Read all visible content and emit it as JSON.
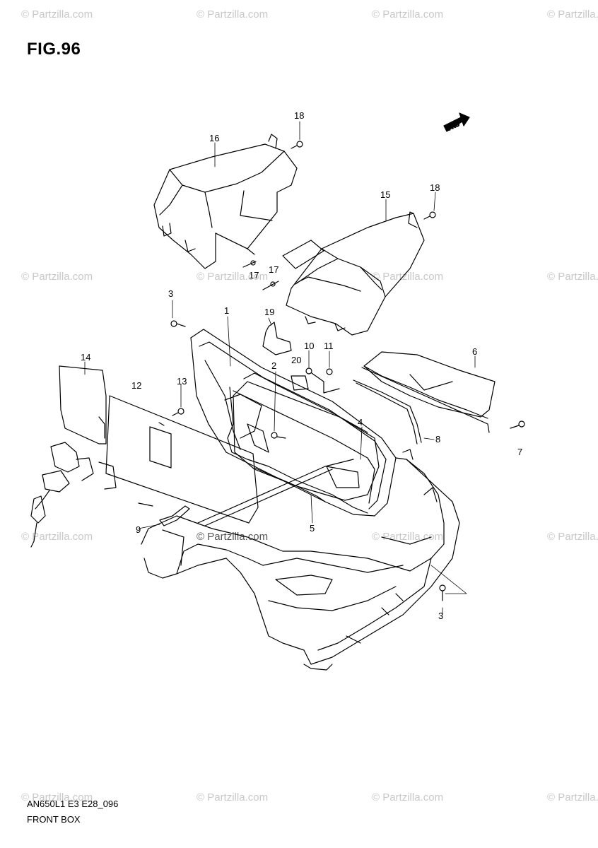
{
  "figure": {
    "title": "FIG.96"
  },
  "watermark": {
    "text": "© Partzilla.com"
  },
  "fwd_label": "FRO",
  "parts": {
    "p1": "1",
    "p2": "2",
    "p3a": "3",
    "p3b": "3",
    "p4": "4",
    "p5": "5",
    "p6": "6",
    "p7": "7",
    "p8": "8",
    "p9": "9",
    "p10": "10",
    "p11": "11",
    "p12": "12",
    "p13": "13",
    "p14": "14",
    "p15": "15",
    "p16": "16",
    "p17a": "17",
    "p17b": "17",
    "p18a": "18",
    "p18b": "18",
    "p19": "19",
    "p20": "20"
  },
  "footer": {
    "code": "AN650L1 E3 E28_096",
    "name": "FRONT BOX"
  }
}
